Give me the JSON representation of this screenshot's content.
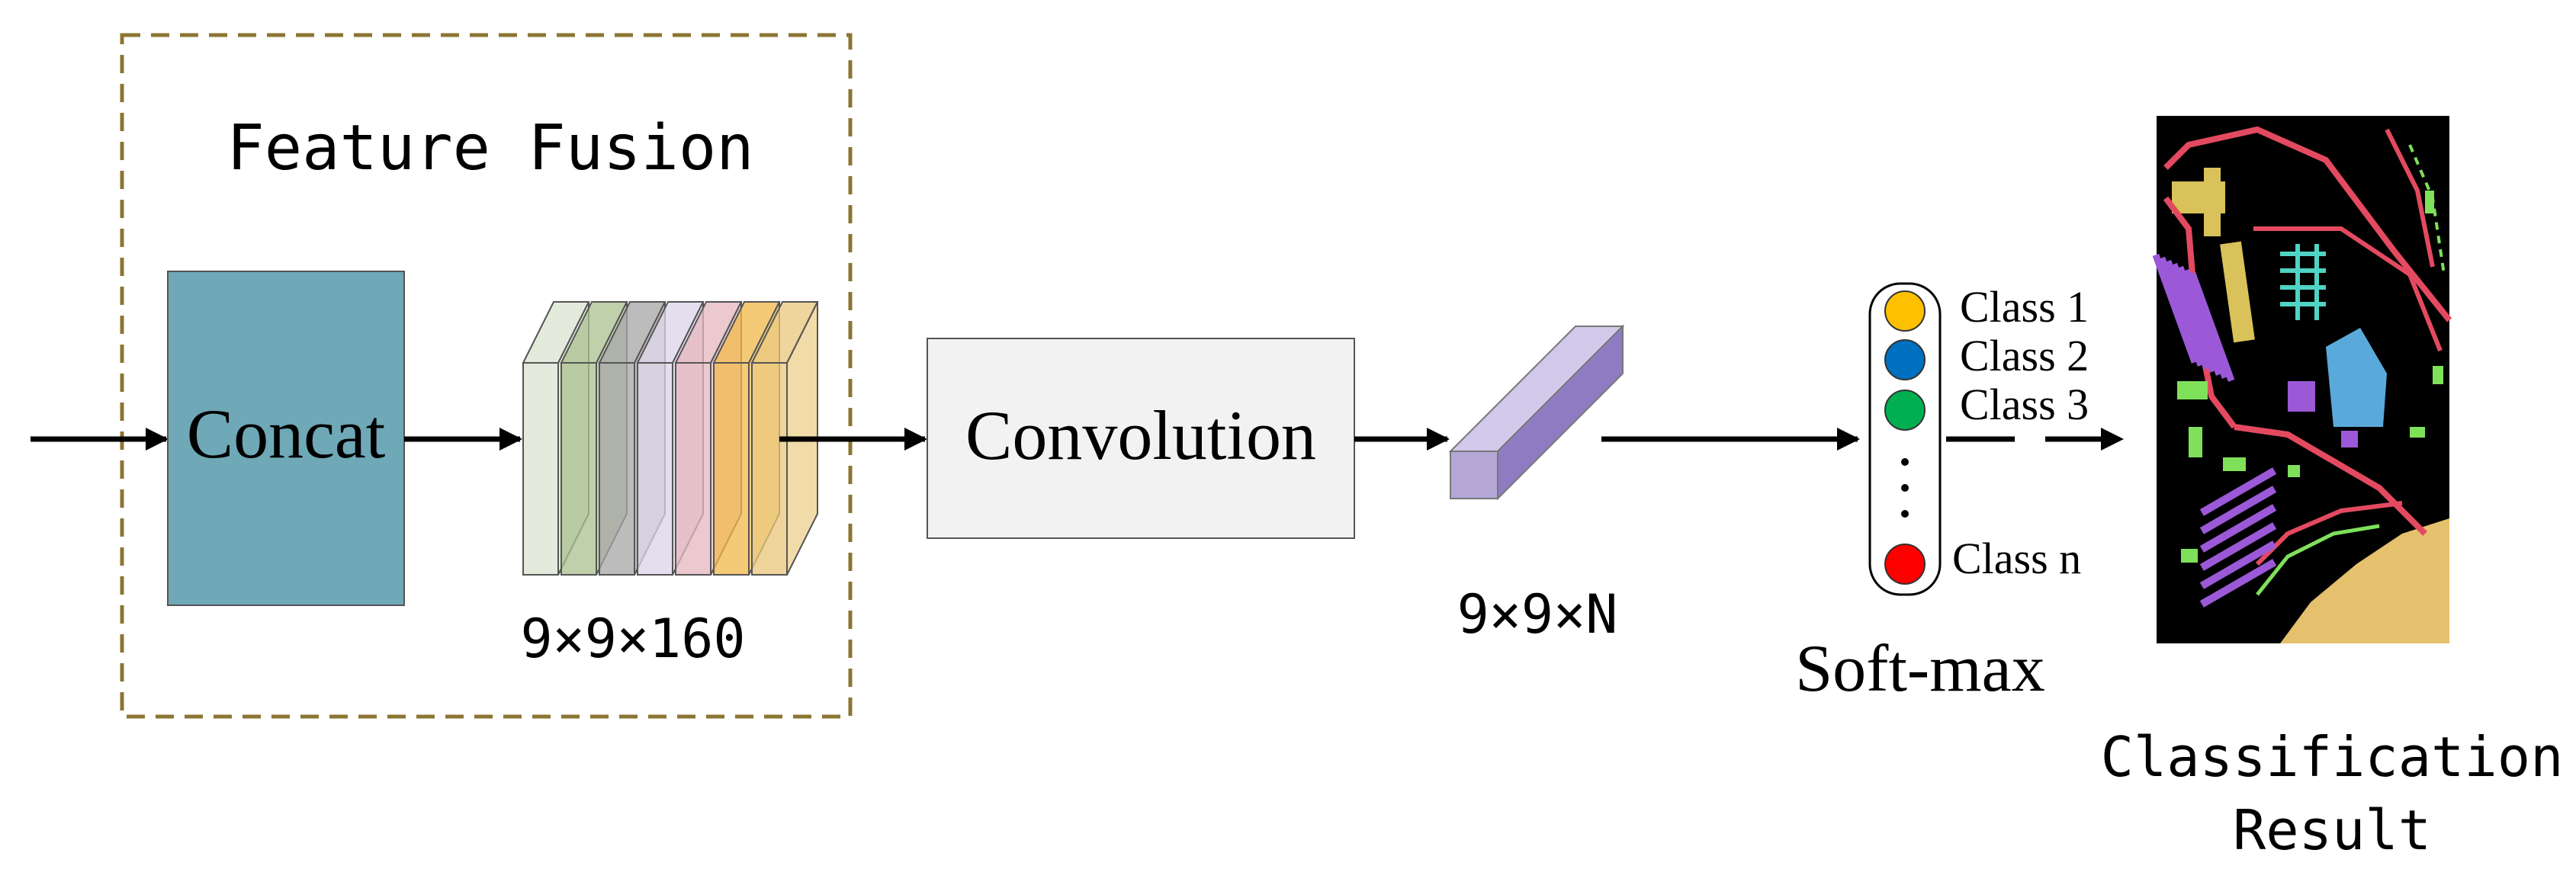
{
  "feature_fusion": {
    "title": "Feature Fusion"
  },
  "concat": {
    "label": "Concat"
  },
  "feature_stack": {
    "dims": "9×9×160"
  },
  "convolution": {
    "label": "Convolution"
  },
  "output_block": {
    "dims": "9×9×N"
  },
  "softmax": {
    "label": "Soft-max",
    "classes": [
      {
        "label": "Class 1",
        "color": "#FFC000"
      },
      {
        "label": "Class 2",
        "color": "#0070C0"
      },
      {
        "label": "Class 3",
        "color": "#00B050"
      },
      {
        "label": "Class n",
        "color": "#FF0000"
      }
    ]
  },
  "result": {
    "caption_line1": "Classification",
    "caption_line2": "Result"
  },
  "colors": {
    "dashed_border": "#8B7532",
    "concat_fill": "#6FA8B7",
    "conv_fill": "#F2F2F2",
    "prism_front": "#B4A7D6",
    "prism_top": "#D2C8EA",
    "prism_side": "#8E7CC3",
    "stack_layers": [
      "#D9E2CF",
      "#A9C08D",
      "#A6A6A6",
      "#DCD3E8",
      "#E5B5BF",
      "#F0B84A",
      "#E9C77A"
    ],
    "map_black": "#000000",
    "map_soil": "#E5C06D",
    "map_road": "#E34A60",
    "map_building": "#5AA9DB",
    "map_purple": "#9B59D8",
    "map_green": "#7FE05A",
    "map_teal": "#4FD3C4",
    "map_yellow": "#D9C25A"
  }
}
